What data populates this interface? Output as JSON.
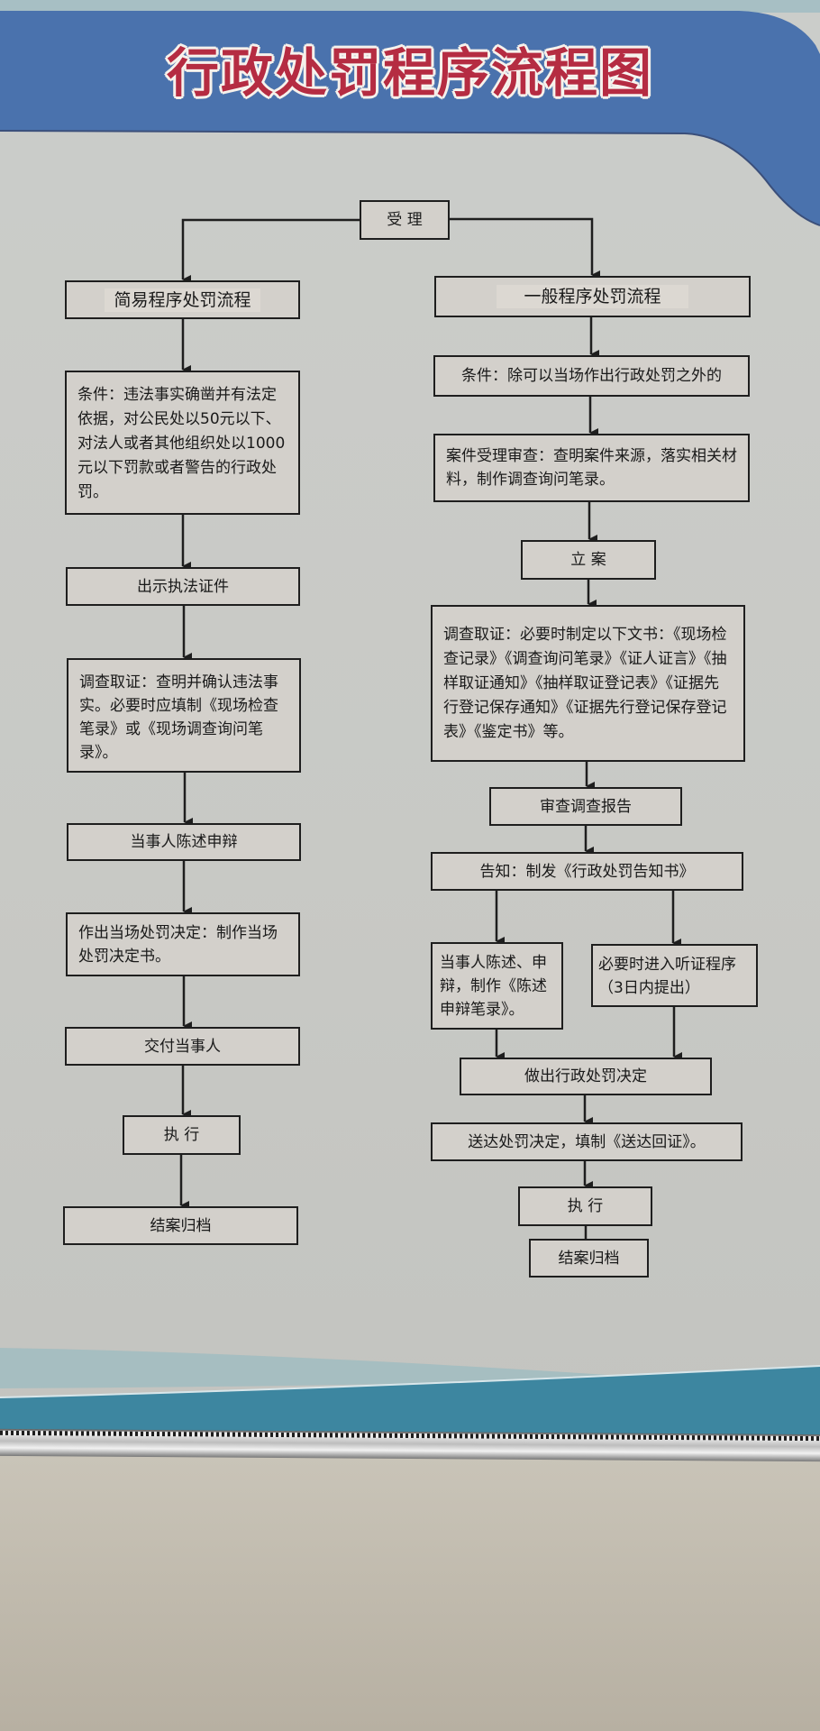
{
  "title": "行政处罚程序流程图",
  "colors": {
    "header_blue": "#4a72ad",
    "title_red": "#b52c42",
    "band_teal": "#3d86a0",
    "panel_bg": "#c9cac6"
  },
  "start": {
    "label": "受 理"
  },
  "simple": {
    "heading": "简易程序处罚流程",
    "steps": [
      "条件：违法事实确凿并有法定依据，对公民处以50元以下、对法人或者其他组织处以1000元以下罚款或者警告的行政处罚。",
      "出示执法证件",
      "调查取证：查明并确认违法事实。必要时应填制《现场检查笔录》或《现场调查询问笔录》。",
      "当事人陈述申辩",
      "作出当场处罚决定：制作当场处罚决定书。",
      "交付当事人",
      "执 行",
      "结案归档"
    ]
  },
  "general": {
    "heading": "一般程序处罚流程",
    "steps": [
      "条件：除可以当场作出行政处罚之外的",
      "案件受理审查：查明案件来源，落实相关材料，制作调查询问笔录。",
      "立 案",
      "调查取证：必要时制定以下文书：《现场检查记录》《调查询问笔录》《证人证言》《抽样取证通知》《抽样取证登记表》《证据先行登记保存通知》《证据先行登记保存登记表》《鉴定书》等。",
      "审查调查报告",
      "告知：制发《行政处罚告知书》",
      "做出行政处罚决定",
      "送达处罚决定，填制《送达回证》。",
      "执 行",
      "结案归档"
    ],
    "branches": [
      "当事人陈述、申辩，制作《陈述申辩笔录》。",
      "必要时进入听证程序（3日内提出）"
    ]
  }
}
